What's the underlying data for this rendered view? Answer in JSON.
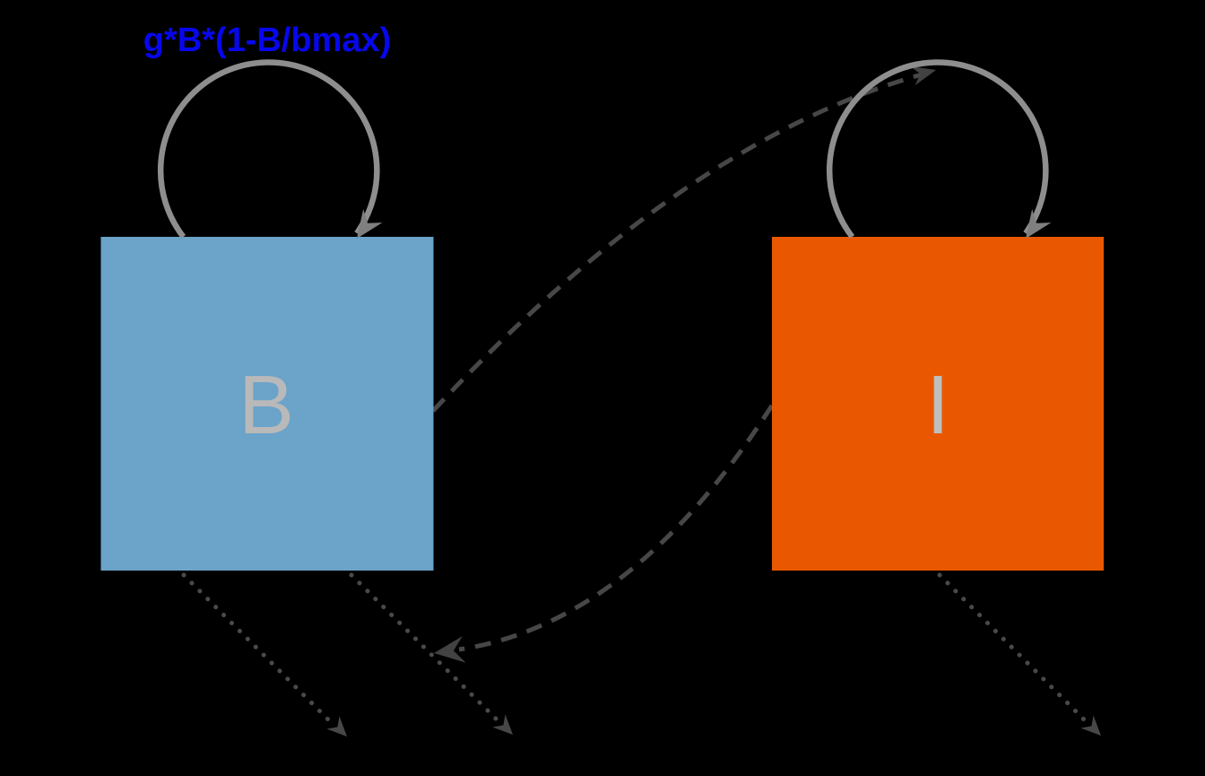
{
  "diagram": {
    "background": "#000000",
    "title": {
      "text": "g*B*(1-B/bmax)",
      "color": "#0707EE"
    },
    "nodes": [
      {
        "id": "B",
        "label": "B",
        "fill": "#6BA3C9",
        "label_color": "#B9B9B9"
      },
      {
        "id": "I",
        "label": "I",
        "fill": "#E95800",
        "label_color": "#BFBFBF"
      }
    ],
    "edges": [
      {
        "id": "b-self-loop",
        "from": "B",
        "to": "B",
        "style": "solid-loop",
        "color": "#8E8E8E",
        "arrow_color": "#7F7F7F"
      },
      {
        "id": "i-self-loop",
        "from": "I",
        "to": "I",
        "style": "solid-loop",
        "color": "#8E8E8E",
        "arrow_color": "#7F7F7F"
      },
      {
        "id": "b-to-i",
        "from": "B",
        "to": "I",
        "style": "dashed",
        "color": "#474747",
        "arrow_color": "#424242"
      },
      {
        "id": "i-to-b-outflow",
        "from": "I",
        "to": "B-outflow",
        "style": "dashed",
        "color": "#474747",
        "arrow_color": "#424242"
      },
      {
        "id": "b-outflow-left",
        "from": "B",
        "to": "outside",
        "style": "dotted",
        "color": "#4A4A4A",
        "arrow_color": "#474747"
      },
      {
        "id": "b-outflow-right",
        "from": "B",
        "to": "outside",
        "style": "dotted",
        "color": "#4A4A4A",
        "arrow_color": "#474747"
      },
      {
        "id": "i-outflow",
        "from": "I",
        "to": "outside",
        "style": "dotted",
        "color": "#4A4A4A",
        "arrow_color": "#474747"
      }
    ]
  }
}
